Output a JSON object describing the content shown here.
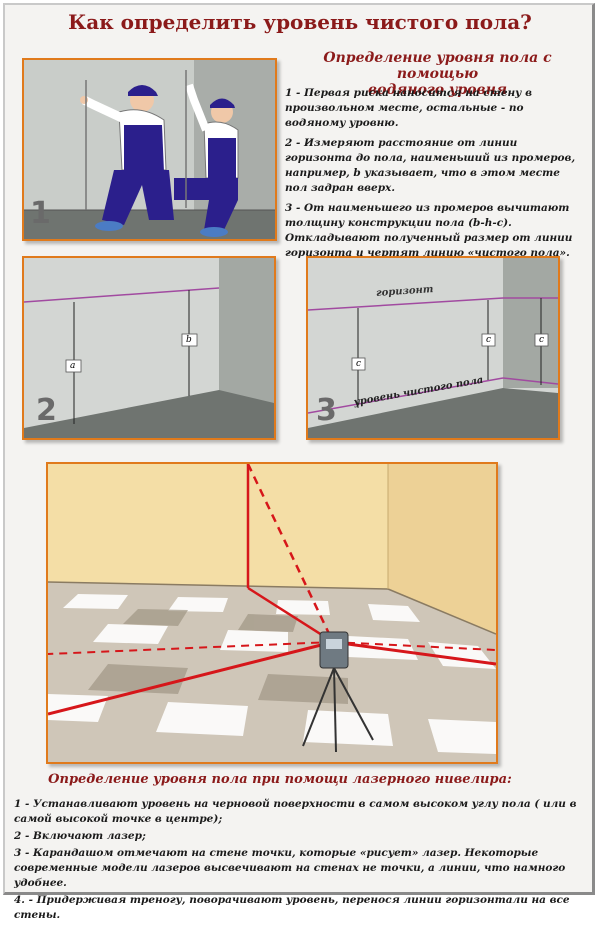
{
  "title": "Как определить уровень чистого пола?",
  "water": {
    "title_line1": "Определение уровня пола с помощью",
    "title_line2": "водяного уровня",
    "steps": [
      "1 - Первая риска наносится на стену в произвольном месте, остальные - по водяному уровню.",
      "2 - Измеряют расстояние от линии горизонта до пола, наименьший из промеров, например, b указывает, что в этом месте пол задран вверх.",
      "3 - От наименьшего из промеров вычитают толщину конструкции пола (b-h-c). Откладывают полученный размер от линии горизонта и чертят линию «чистого пола»."
    ]
  },
  "panels": {
    "p1_number": "1",
    "p2_number": "2",
    "p3_number": "3",
    "p2_label_a": "a",
    "p2_label_b": "b",
    "p3_label_horizon": "горизонт",
    "p3_label_level": "уровень чистого пола",
    "p3_label_c": "c"
  },
  "laser": {
    "title": "Определение уровня пола при помощи лазерного нивелира:",
    "steps": [
      "1 - Устанавливают уровень на черновой поверхности в самом высоком углу пола ( или в самой высокой точке в центре);",
      "2 - Включают лазер;",
      "3 - Карандашом отмечают на стене точки, которые «рисует» лазер. Некоторые современные модели лазеров высвечивают на стенах не точки, а линии, что намного удобнее.",
      "4. - Придерживая треногу, поворачивают уровень, перенося линии горизонтали на все стены."
    ]
  },
  "colors": {
    "title": "#8b1a1a",
    "panel_border": "#e07a1c",
    "laser_red": "#d6161a",
    "wall_beige": "#f4dea6",
    "workers_blue": "#2b1f8c"
  }
}
